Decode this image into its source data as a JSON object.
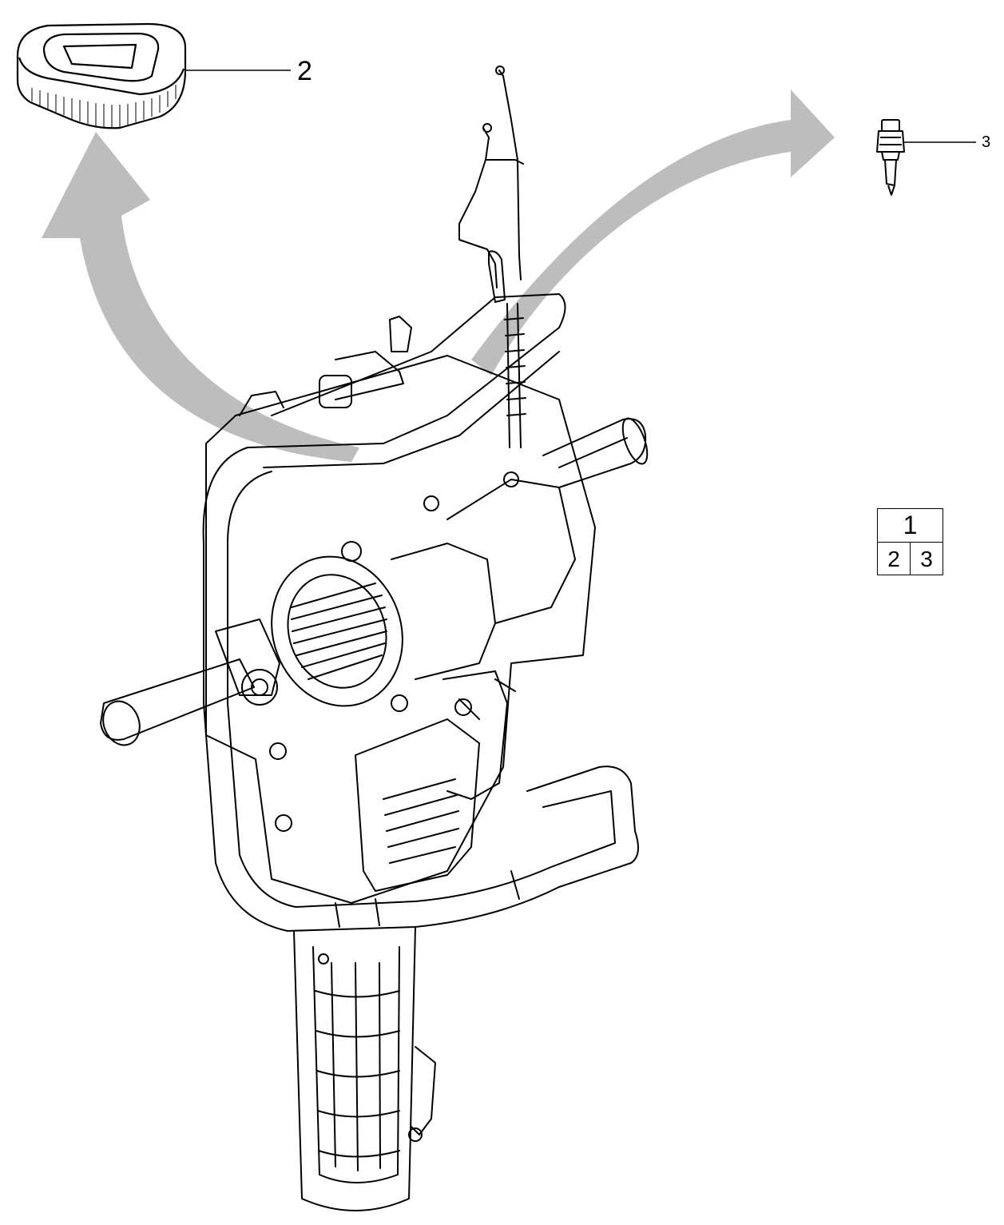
{
  "callouts": {
    "air_filter": "2",
    "spark_plug": "3"
  },
  "legend": {
    "assembly": "1",
    "parts": [
      "2",
      "3"
    ]
  },
  "colors": {
    "line": "#000000",
    "arrow": "#bdbdbd",
    "background": "#ffffff"
  },
  "icons": {
    "air_filter": "air-filter-icon",
    "spark_plug": "spark-plug-icon",
    "machine": "power-cutter-engine-assembly"
  }
}
